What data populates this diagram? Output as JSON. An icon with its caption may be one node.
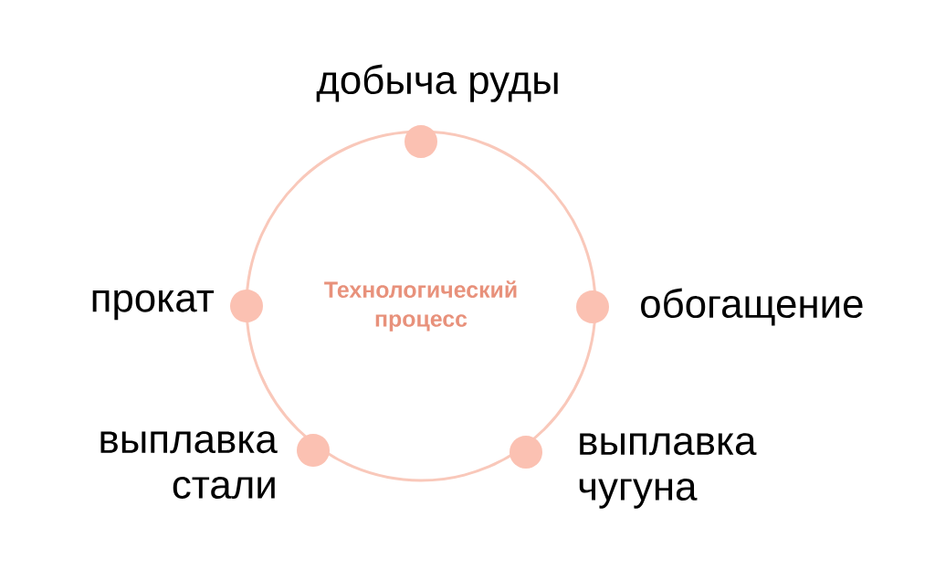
{
  "diagram": {
    "nodes": [
      {
        "text": [
          "Технологический процесс"
        ]
      },
      {
        "text": [],
        "shape": "circle",
        "beside": [
          "добыча руды"
        ]
      },
      {
        "text": [],
        "shape": "circle",
        "beside": [
          "обогащение"
        ]
      },
      {
        "text": [],
        "shape": "circle"
      },
      {
        "text": [],
        "shape": "circle",
        "beside": [
          "выплавка стали"
        ]
      },
      {
        "text": [],
        "shape": "circle",
        "beside": [
          "прокат"
        ]
      }
    ],
    "labels": [
      "выплавка чугуна"
    ]
  }
}
